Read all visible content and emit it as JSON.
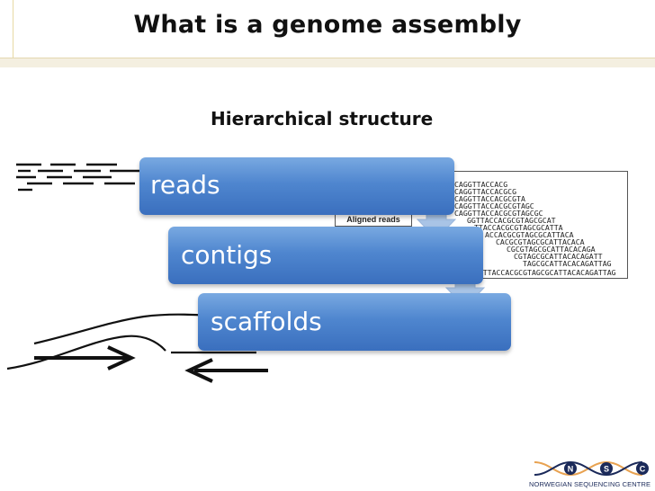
{
  "slide": {
    "title": "What is a genome assembly",
    "subtitle": "Hierarchical structure"
  },
  "hierarchy": {
    "level1": "reads",
    "level2": "contigs",
    "level3": "scaffolds"
  },
  "alignment": {
    "label": "Aligned reads",
    "sequences": [
      "CAGGTTACCACG",
      "CAGGTTACCACGCG",
      "CAGGTTACCACGCGTA",
      "CAGGTTACCACGCGTAGC",
      "CAGGTTACCACGCGTAGCGC",
      "GGTTACCACGCGTAGCGCAT",
      "TTACCACGCGTAGCGCATTA",
      "ACCACGCGTAGCGCATTACA",
      "CACGCGTAGCGCATTACACA",
      "CGCGTAGCGCATTACACAGA",
      "CGTAGCGCATTACACAGATT",
      "TAGCGCATTACACAGATTAG",
      "CAGGTTACCACGCGTAGCGCATTACACAGATTAG"
    ]
  },
  "logo": {
    "letters": [
      "N",
      "S",
      "C"
    ],
    "name": "NORWEGIAN SEQUENCING CENTRE"
  },
  "colors": {
    "block_blue": "#4f86cf",
    "arrow_blue": "#a9c4e6",
    "logo_orange": "#e8a251",
    "logo_navy": "#1b2a5a"
  }
}
